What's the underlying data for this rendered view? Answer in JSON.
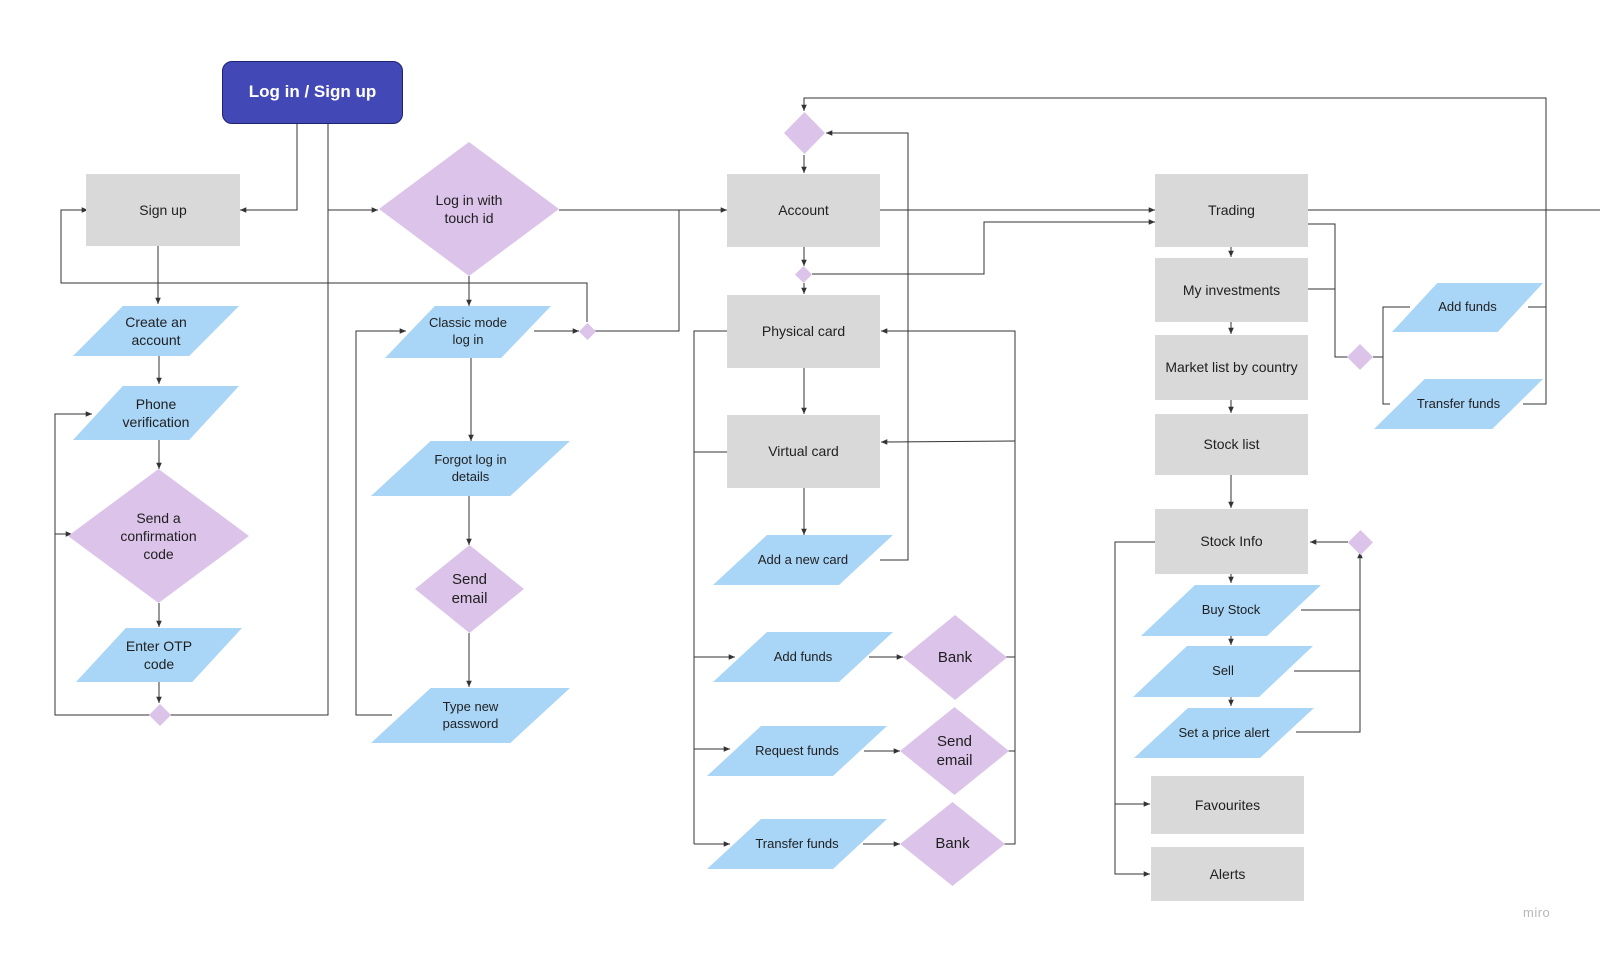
{
  "colors": {
    "start": "#4248b5",
    "process": "#d9d9d9",
    "data": "#a9d5f7",
    "decision": "#dcc3ea",
    "line": "#333333"
  },
  "watermark": "miro",
  "nodes": {
    "login_signup": "Log in / Sign up",
    "sign_up": "Sign up",
    "create_account": "Create an account",
    "phone_verification": "Phone verification",
    "send_confirmation": "Send  a confirmation code",
    "enter_otp": "Enter OTP code",
    "touch_id": "Log in with touch id",
    "classic_login": "Classic mode log in",
    "forgot_login": "Forgot log in details",
    "send_email_1": "Send email",
    "new_password": "Type new password",
    "account": "Account",
    "physical_card": "Physical card",
    "virtual_card": "Virtual card",
    "add_new_card": "Add a new card",
    "add_funds_1": "Add funds",
    "bank_1": "Bank",
    "request_funds": "Request funds",
    "send_email_2": "Send email",
    "transfer_funds_1": "Transfer funds",
    "bank_2": "Bank",
    "trading": "Trading",
    "my_investments": "My investments",
    "market_list": "Market list by country",
    "stock_list": "Stock list",
    "stock_info": "Stock Info",
    "buy_stock": "Buy Stock",
    "sell": "Sell",
    "price_alert": "Set a price alert",
    "favourites": "Favourites",
    "alerts": "Alerts",
    "add_funds_2": "Add funds",
    "transfer_funds_2": "Transfer funds"
  }
}
